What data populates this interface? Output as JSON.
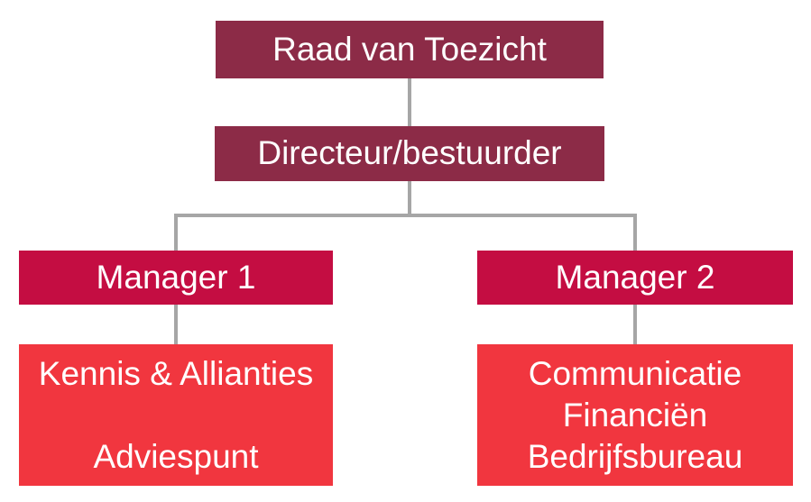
{
  "colors": {
    "maroon": "#8C2B47",
    "crimson": "#C40D42",
    "red": "#F1363F",
    "line": "#A6A6A6",
    "text": "#FFFFFF",
    "background": "#FFFFFF"
  },
  "org": {
    "board": {
      "label": "Raad van Toezicht"
    },
    "director": {
      "label": "Directeur/bestuurder"
    },
    "manager1": {
      "label": "Manager 1"
    },
    "manager2": {
      "label": "Manager 2"
    },
    "dept1": {
      "line1": "Kennis & Allianties",
      "line2": "",
      "line3": "Adviespunt"
    },
    "dept2": {
      "line1": "Communicatie",
      "line2": "Financiën",
      "line3": "Bedrijfsbureau"
    }
  },
  "edges": [
    {
      "from": "Raad van Toezicht",
      "to": "Directeur/bestuurder"
    },
    {
      "from": "Directeur/bestuurder",
      "to": "Manager 1"
    },
    {
      "from": "Directeur/bestuurder",
      "to": "Manager 2"
    },
    {
      "from": "Manager 1",
      "to": "Kennis & Allianties / Adviespunt"
    },
    {
      "from": "Manager 2",
      "to": "Communicatie / Financiën / Bedrijfsbureau"
    }
  ]
}
